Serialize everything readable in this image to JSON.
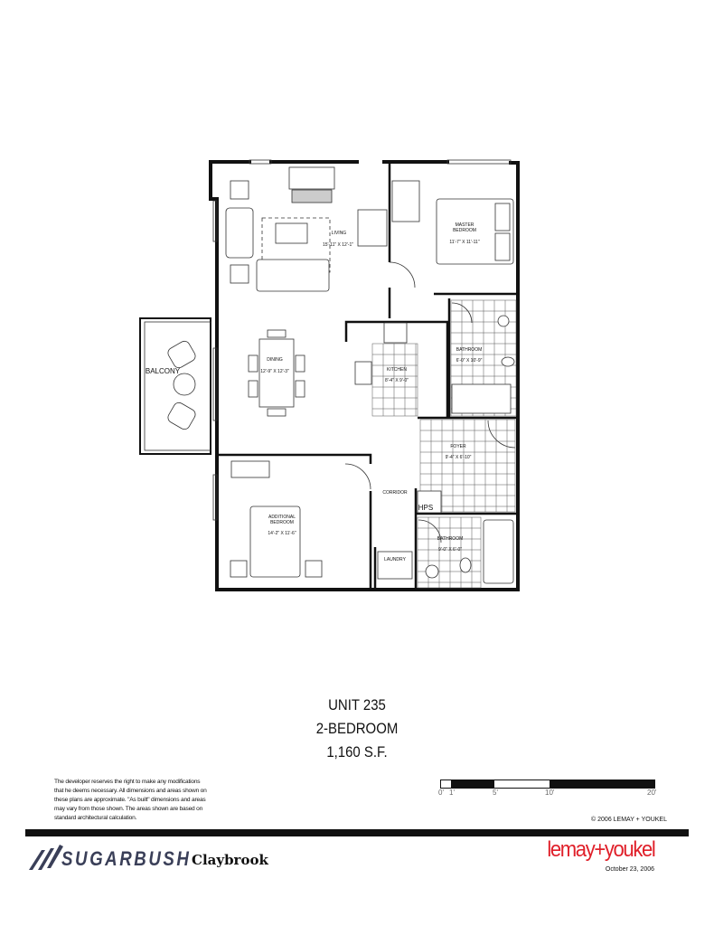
{
  "plan": {
    "rooms": {
      "living": {
        "name": "LIVING",
        "dims": "15'-11\" X 12'-1\""
      },
      "master_bedroom": {
        "name1": "MASTER",
        "name2": "BEDROOM",
        "dims": "11'-7\" X 11'-11\""
      },
      "dining": {
        "name": "DINING",
        "dims": "12'-9\" X 12'-3\""
      },
      "kitchen": {
        "name": "KITCHEN",
        "dims": "8'-4\" X 9'-0\""
      },
      "bathroom_master": {
        "name": "BATHROOM",
        "dims": "6'-0\" X 10'-9\""
      },
      "foyer": {
        "name": "FOYER",
        "dims": "9'-4\" X 6'-10\""
      },
      "corridor": {
        "name": "CORRIDOR"
      },
      "hps": {
        "name": "HPS"
      },
      "additional_bedroom": {
        "name1": "ADDITIONAL",
        "name2": "BEDROOM",
        "dims": "14'-2\" X 11'-6\""
      },
      "bathroom_second": {
        "name": "BATHROOM",
        "dims": "9'-0\" X 6'-0\""
      },
      "laundry": {
        "name": "LAUNDRY"
      },
      "balcony": {
        "name": "BALCONY"
      }
    }
  },
  "title": {
    "unit": "UNIT 235",
    "type": "2-BEDROOM",
    "area": "1,160 S.F."
  },
  "disclaimer": "The developer reserves the right to make any modifications that he deems necessary.  All dimensions and areas shown on these plans are approximate.  \"As built\" dimensions and areas may vary from those shown.  The areas shown are based on standard architectural calculation.",
  "scale_bar": {
    "ticks": [
      "0'",
      "1'",
      "5'",
      "10'",
      "20'"
    ]
  },
  "copyright": "© 2006  LEMAY + YOUKEL",
  "footer": {
    "builder_logo": "SUGARBUSH",
    "project": "Claybrook",
    "architect_logo": "lemay+youkel",
    "date": "October 23, 2006"
  }
}
